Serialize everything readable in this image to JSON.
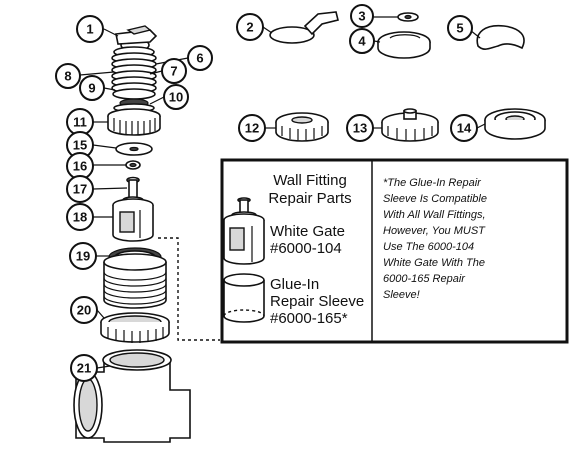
{
  "callouts": {
    "c1": "1",
    "c2": "2",
    "c3": "3",
    "c4": "4",
    "c5": "5",
    "c6": "6",
    "c7": "7",
    "c8": "8",
    "c9": "9",
    "c10": "10",
    "c11": "11",
    "c12": "12",
    "c13": "13",
    "c14": "14",
    "c15": "15",
    "c16": "16",
    "c17": "17",
    "c18": "18",
    "c19": "19",
    "c20": "20",
    "c21": "21"
  },
  "repair_box": {
    "title_line1": "Wall Fitting",
    "title_line2": "Repair Parts",
    "gate_line1": "White Gate",
    "gate_line2": "#6000-104",
    "sleeve_line1": "Glue-In",
    "sleeve_line2": "Repair Sleeve",
    "sleeve_line3": "#6000-165*",
    "note_lines": [
      "*The Glue-In Repair",
      "Sleeve Is Compatible",
      "With All Wall Fittings,",
      "However, You MUST",
      "Use The 6000-104",
      "White Gate With The",
      "6000-165 Repair",
      "Sleeve!"
    ]
  }
}
